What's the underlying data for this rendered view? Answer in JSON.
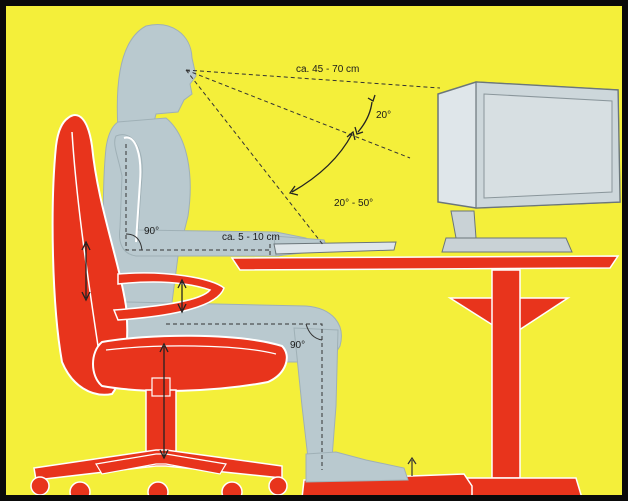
{
  "colors": {
    "background": "#f4ef3a",
    "frame": "#0a0a0a",
    "figure": "#b9c9cf",
    "furniture": "#e8341c",
    "furniture_outline": "#ffffff",
    "lines": "#333333"
  },
  "labels": {
    "eye_distance": "ca. 45 - 70 cm",
    "view_angle": "20°",
    "tilt_range": "20° - 50°",
    "elbow_angle": "90°",
    "arm_table_gap": "ca. 5 - 10 cm",
    "knee_angle": "90°"
  }
}
